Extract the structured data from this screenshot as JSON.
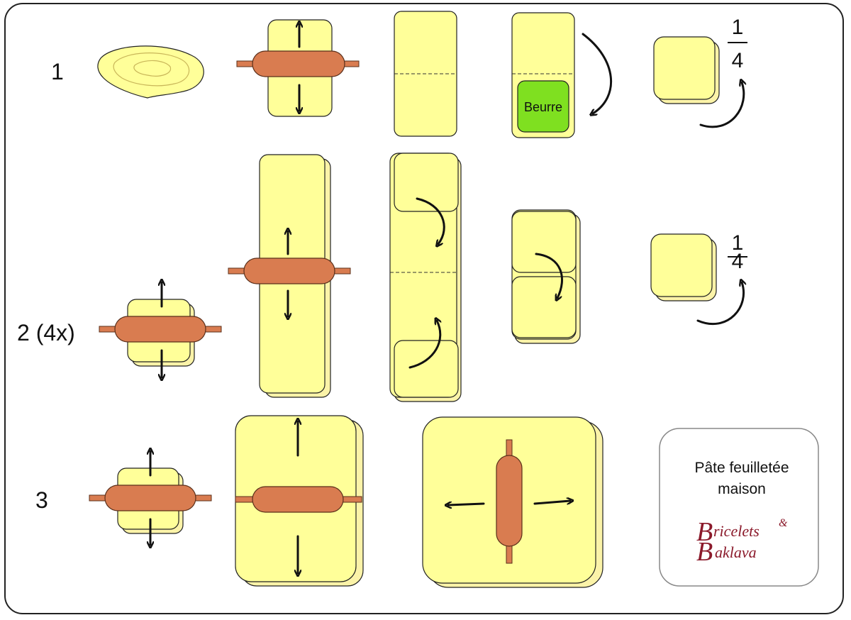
{
  "steps": [
    {
      "label": "1",
      "fraction": {
        "numerator": "1",
        "denominator": "4"
      }
    },
    {
      "label": "2 (4x)",
      "fraction": {
        "numerator": "1",
        "denominator": "4"
      }
    },
    {
      "label": "3"
    }
  ],
  "butter_label": "Beurre",
  "card": {
    "title_line1": "Pâte feuilletée",
    "title_line2": "maison",
    "brand_line1": "ricelets",
    "brand_amp": "&",
    "brand_line2": "aklava",
    "brand_initial": "B"
  },
  "colors": {
    "dough": "#ffff99",
    "butter": "#7fe020",
    "rolling_pin": "#d97c50",
    "brand": "#8b1a2b"
  }
}
